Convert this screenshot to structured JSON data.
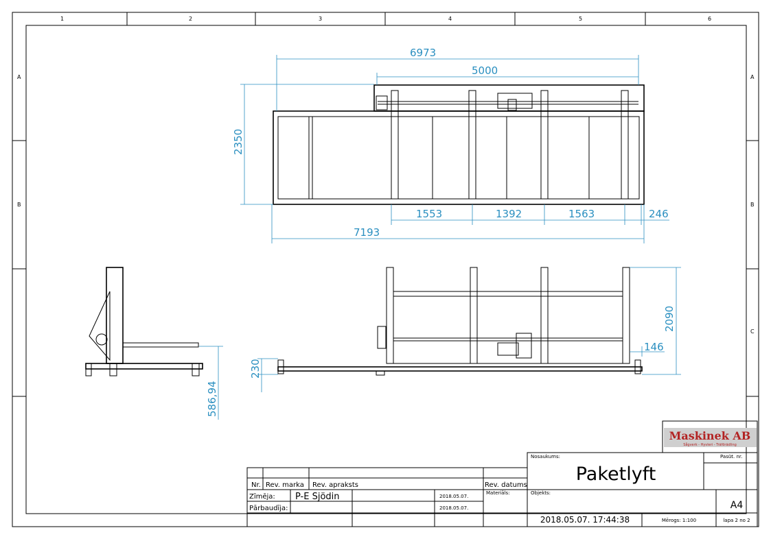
{
  "zones": {
    "columns": [
      "1",
      "2",
      "3",
      "4",
      "5",
      "6"
    ],
    "rows": [
      "A",
      "B",
      "C"
    ]
  },
  "dimensions": {
    "overall_top": "6973",
    "span": "5000",
    "depth": "2350",
    "seg1": "1553",
    "seg2": "1392",
    "seg3": "1563",
    "end": "246",
    "overall_bottom": "7193",
    "height": "2090",
    "offset": "146",
    "base_height": "230",
    "fork_height": "586,94"
  },
  "logo": {
    "name": "Maskinek AB",
    "tagline": "Sågverk - Hyvleri - Träförädling",
    "color": "#b22222"
  },
  "title_block": {
    "name_label": "Nosaukums:",
    "name": "Paketlyft",
    "order_label": "Pasūt. nr.",
    "object_label": "Objekts:",
    "sheet_size": "A4",
    "timestamp": "2018.05.07. 17:44:38",
    "scale": "Mērogs: 1:100",
    "sheet": "lapa 2 no 2",
    "material_label": "Materiāls:",
    "rev_headers": [
      "Nr.",
      "Rev. marka",
      "Rev. apraksts",
      "Rev. datums"
    ],
    "drawn_label": "Zīmēja:",
    "drawn_by": "P-E Sjödin",
    "drawn_date": "2018.05.07.",
    "checked_label": "Pārbaudīja:",
    "checked_date": "2018.05.07."
  }
}
